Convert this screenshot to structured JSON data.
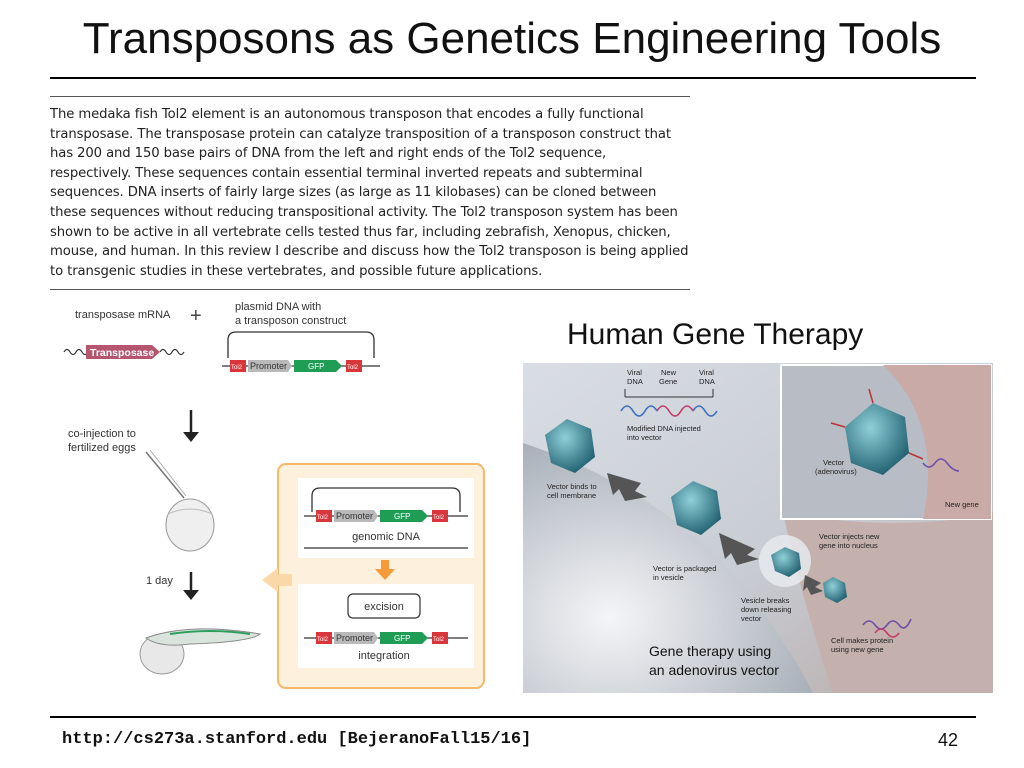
{
  "slide": {
    "title": "Transposons as Genetics Engineering Tools",
    "footer_url": "http://cs273a.stanford.edu [BejeranoFall15/16]",
    "page_number": "42"
  },
  "abstract": {
    "lines": [
      "The medaka fish Tol2 element is an autonomous transposon that encodes a fully functional",
      "transposase. The transposase protein can catalyze transposition of a transposon construct that",
      "has 200 and 150 base pairs of DNA from the left and right ends of the Tol2 sequence,",
      "respectively. These sequences contain essential terminal inverted repeats and subterminal",
      "sequences. DNA inserts of fairly large sizes (as large as 11 kilobases) can be cloned between",
      "these sequences without reducing transpositional activity. The Tol2 transposon system has been",
      "shown to be active in all vertebrate cells tested thus far, including zebrafish, Xenopus, chicken,",
      "mouse, and human. In this review I describe and discuss how the Tol2 transposon is being applied",
      "to transgenic studies in these vertebrates, and possible future applications."
    ]
  },
  "tol2_diagram": {
    "transposase_mrna": "transposase mRNA",
    "plus": "+",
    "plasmid_line1": "plasmid DNA with",
    "plasmid_line2": "a transposon construct",
    "transposase_label": "Transposase",
    "promoter": "Promoter",
    "gfp": "GFP",
    "end_left": "Tol2",
    "end_right": "Tol2",
    "coinjection_line1": "co-injection to",
    "coinjection_line2": "fertilized eggs",
    "one_day": "1 day",
    "genomic_dna": "genomic DNA",
    "excision": "excision",
    "integration": "integration"
  },
  "gene_therapy": {
    "heading": "Human Gene Therapy",
    "viral_dna_left_1": "Viral",
    "viral_dna_left_2": "DNA",
    "new_gene_1": "New",
    "new_gene_2": "Gene",
    "viral_dna_right_1": "Viral",
    "viral_dna_right_2": "DNA",
    "modified_dna_1": "Modified DNA injected",
    "modified_dna_2": "into vector",
    "vector_binds_1": "Vector binds to",
    "vector_binds_2": "cell membrane",
    "vector_adeno_1": "Vector",
    "vector_adeno_2": "(adenovirus)",
    "new_gene_label": "New gene",
    "vector_injects_1": "Vector injects new",
    "vector_injects_2": "gene into nucleus",
    "packaged_1": "Vector is packaged",
    "packaged_2": "in vesicle",
    "vesicle_breaks_1": "Vesicle breaks",
    "vesicle_breaks_2": "down releasing",
    "vesicle_breaks_3": "vector",
    "cell_makes_1": "Cell makes protein",
    "cell_makes_2": "using new gene",
    "caption_1": "Gene therapy using",
    "caption_2": "an adenovirus vector"
  },
  "colors": {
    "tol2_end_red": "#d9363b",
    "promoter_gray": "#b9b9b9",
    "gfp_green": "#1f9d55",
    "transposase_pink": "#b5556e",
    "panel_orange": "#f7b867",
    "panel_fill": "#fdf0dd",
    "arrow_orange": "#f59a38"
  }
}
